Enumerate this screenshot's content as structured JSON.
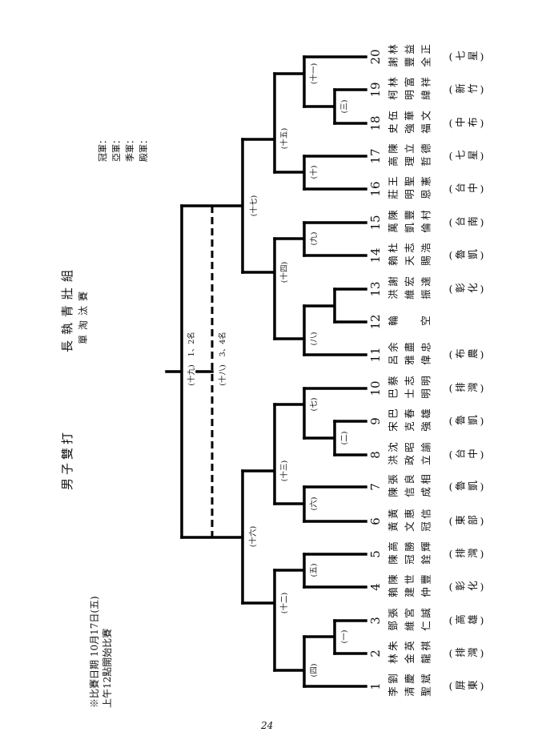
{
  "header": {
    "event": "男子雙打",
    "division": "長執青壯組",
    "format": "單淘汰賽"
  },
  "schedule": {
    "date_line": "※比賽日期 10月17日(五)",
    "time_line": "上午12點開始比賽"
  },
  "awards": [
    "冠軍：",
    "亞軍：",
    "季軍：",
    "殿軍："
  ],
  "entries": [
    {
      "no": "1",
      "players": [
        "劉慶斌",
        "李清聖"
      ],
      "team": "(屏東)"
    },
    {
      "no": "2",
      "players": [
        "朱英祺",
        "林金龍"
      ],
      "team": "(排灣)"
    },
    {
      "no": "3",
      "players": [
        "張宮誠",
        "鄧維仁"
      ],
      "team": "(高雄)"
    },
    {
      "no": "4",
      "players": [
        "陳世豐",
        "賴建仲"
      ],
      "team": "(彰化)"
    },
    {
      "no": "5",
      "players": [
        "高勝輝",
        "陳冠銓"
      ],
      "team": "(排灣)"
    },
    {
      "no": "6",
      "players": [
        "黃惠信",
        "黃文冠"
      ],
      "team": "(東部)"
    },
    {
      "no": "7",
      "players": [
        "張良相",
        "陳信成"
      ],
      "team": "(魯凱)"
    },
    {
      "no": "8",
      "players": [
        "沈昭諭",
        "洪政立"
      ],
      "team": "(台中)"
    },
    {
      "no": "9",
      "players": [
        "巴春雄",
        "宋克強"
      ],
      "team": "(魯凱)"
    },
    {
      "no": "10",
      "players": [
        "蔡志明",
        "巴士明"
      ],
      "team": "(排灣)"
    },
    {
      "no": "11",
      "players": [
        "余盡忠",
        "呂雅偉"
      ],
      "team": "(布農)"
    },
    {
      "no": "12",
      "players": [
        "輪空"
      ],
      "team": ""
    },
    {
      "no": "13",
      "players": [
        "謝宏達",
        "洪維振"
      ],
      "team": "(彰化)"
    },
    {
      "no": "14",
      "players": [
        "杜志浩",
        "賴天賜"
      ],
      "team": "(魯凱)"
    },
    {
      "no": "15",
      "players": [
        "陳豐村",
        "萬凱倫"
      ],
      "team": "(台南)"
    },
    {
      "no": "16",
      "players": [
        "王聖憲",
        "莊明恩"
      ],
      "team": "(台中)"
    },
    {
      "no": "17",
      "players": [
        "陳立德",
        "高理哲"
      ],
      "team": "(七星)"
    },
    {
      "no": "18",
      "players": [
        "伍華文",
        "史強福"
      ],
      "team": "(中布)"
    },
    {
      "no": "19",
      "players": [
        "林富祥",
        "柯明緯"
      ],
      "team": "(新竹)"
    },
    {
      "no": "20",
      "players": [
        "林益正",
        "謝豐全"
      ],
      "team": "(七星)"
    }
  ],
  "matches": [
    "(一)",
    "(二)",
    "(三)",
    "(四)",
    "(五)",
    "(六)",
    "(七)",
    "(八)",
    "(九)",
    "(十)",
    "(十一)",
    "(十二)",
    "(十三)",
    "(十四)",
    "(十五)",
    "(十六)",
    "(十七)"
  ],
  "final": {
    "label": "(十九)",
    "note": "1、2名"
  },
  "third_place": {
    "label": "(十八)",
    "note": "3、4名"
  },
  "page_number": "24"
}
